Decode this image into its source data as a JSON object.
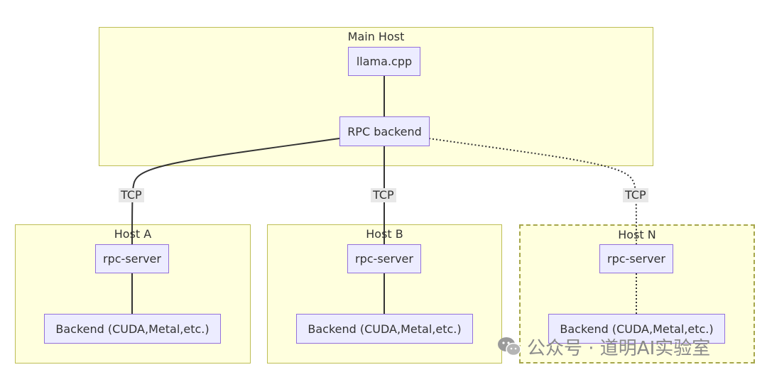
{
  "groups": {
    "main_host": "Main Host",
    "host_a": "Host A",
    "host_b": "Host B",
    "host_n": "Host N"
  },
  "nodes": {
    "llama_cpp": "llama.cpp",
    "rpc_backend": "RPC backend",
    "rpc_server_a": "rpc-server",
    "rpc_server_b": "rpc-server",
    "rpc_server_n": "rpc-server",
    "backend_a": "Backend (CUDA,Metal,etc.)",
    "backend_b": "Backend (CUDA,Metal,etc.)",
    "backend_n": "Backend (CUDA,Metal,etc.)"
  },
  "edge_labels": {
    "tcp_a": "TCP",
    "tcp_b": "TCP",
    "tcp_n": "TCP"
  },
  "watermark": {
    "icon": "wechat-icon",
    "text": "公众号 · 道明AI实验室"
  },
  "colors": {
    "cluster_fill": "#ffffde",
    "cluster_border": "#bdbd55",
    "node_fill": "#ececff",
    "node_border": "#9370db",
    "edge": "#333333"
  }
}
